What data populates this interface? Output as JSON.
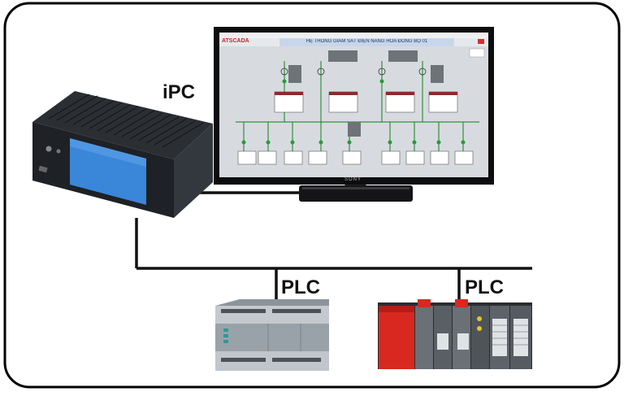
{
  "labels": {
    "ipc": "iPC",
    "plc_left": "PLC",
    "plc_right": "PLC"
  },
  "monitor": {
    "logo": "ATSCADA",
    "title": "HỆ THỐNG GIÁM SÁT ĐIỆN NĂNG HÒA ĐỒNG BỘ 01",
    "brand": "SONY"
  },
  "colors": {
    "line": "#111111",
    "ipc_accent": "#3a86d8",
    "screen_bg": "#d7dbe0",
    "plc_red": "#d8281f"
  }
}
